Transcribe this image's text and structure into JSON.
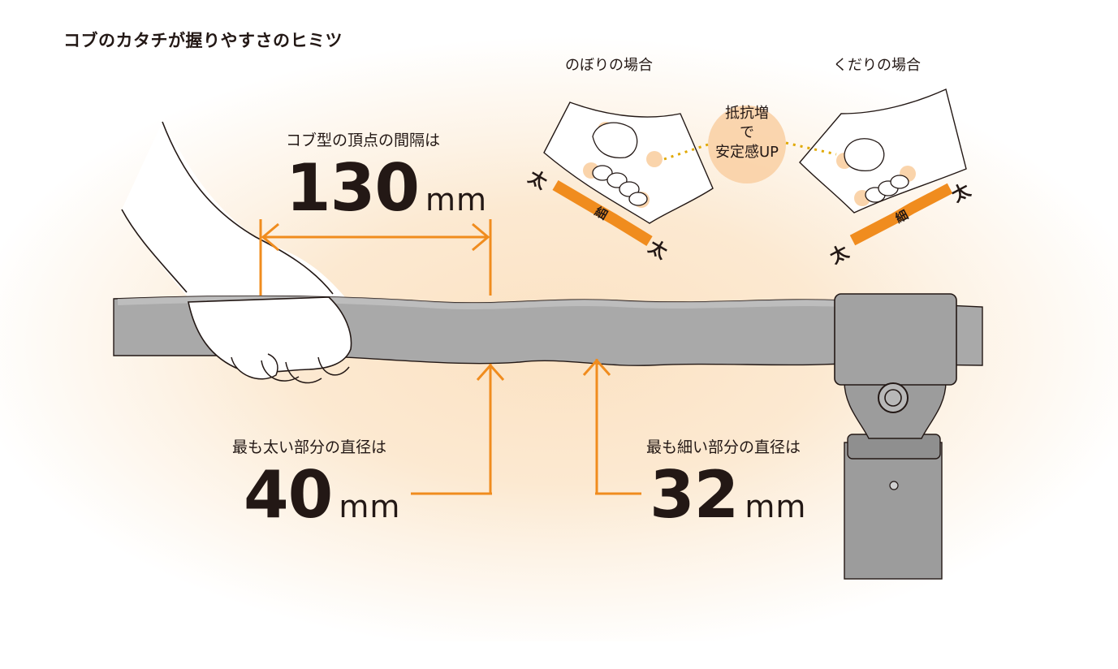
{
  "title": "コブのカタチが握りやすさのヒミツ",
  "cases": {
    "up": {
      "label": "のぼりの場合",
      "thick1": "太",
      "thin": "細",
      "thick2": "太"
    },
    "down": {
      "label": "くだりの場合",
      "thick1": "太",
      "thin": "細",
      "thick2": "太"
    }
  },
  "effect": {
    "line1": "抵抗増",
    "line2": "で",
    "line3": "安定感UP"
  },
  "measurements": {
    "pitch": {
      "label": "コブ型の頂点の間隔は",
      "value": "130",
      "unit": "mm"
    },
    "max_diameter": {
      "label": "最も太い部分の直径は",
      "value": "40",
      "unit": "mm"
    },
    "min_diameter": {
      "label": "最も細い部分の直径は",
      "value": "32",
      "unit": "mm"
    }
  },
  "colors": {
    "accent": "#f08c1e",
    "rail": "#a9a9a9",
    "ink": "#231815",
    "glow": "#fbe2c3"
  }
}
